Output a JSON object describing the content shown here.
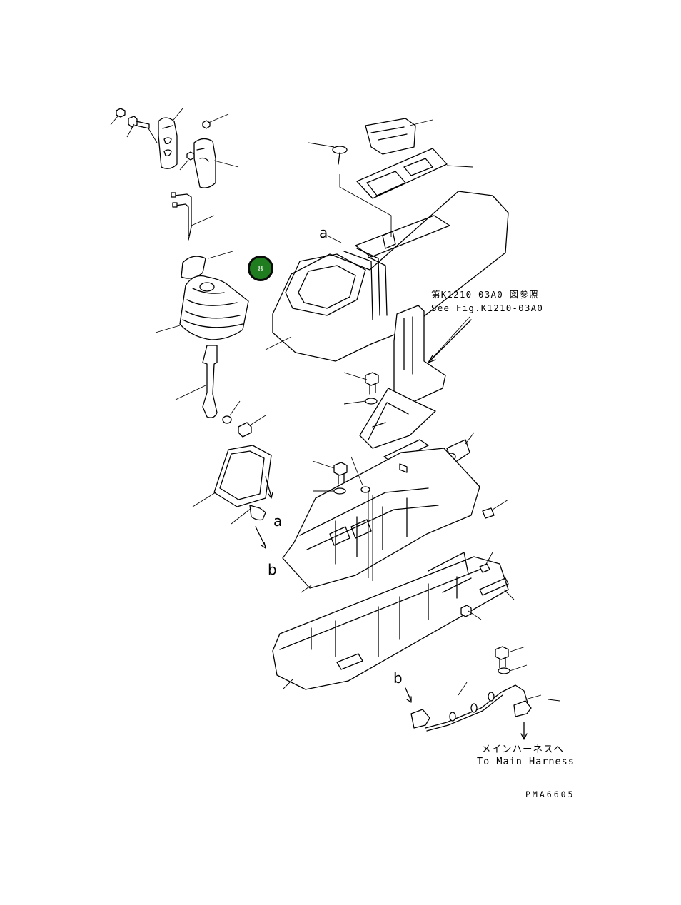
{
  "callouts": {
    "detail_a_top": "a",
    "detail_a_left": "a",
    "detail_b_left": "b",
    "detail_b_bottom": "b"
  },
  "reference": {
    "jp": "第K1210-03A0 図参照",
    "en": "See Fig.K1210-03A0"
  },
  "harness": {
    "jp": "メインハーネスへ",
    "en": "To Main Harness"
  },
  "drawing_code": "PMA6605",
  "badge": {
    "label": "8",
    "color": "#1f7d1f"
  }
}
